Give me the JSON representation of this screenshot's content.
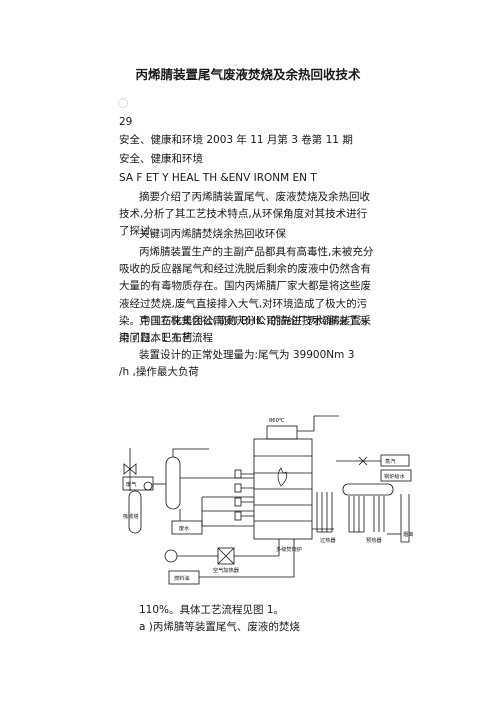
{
  "doc": {
    "title": "丙烯腈装置尾气废液焚烧及余热回收技术",
    "page_num": "29",
    "journal_line": "安全、健康和环境 2003 年 11 月第 3 卷第 11 期",
    "journal_name": "安全、健康和环境",
    "journal_en": "SA F ET Y HEAL TH &ENV IRONM EN T",
    "abstract": "摘要介绍了丙烯腈装置尾气、废液焚烧及余热回收技术,分析了其工艺技术特点,从环保角度对其技术进行了探讨。",
    "keywords": "关键词丙烯腈焚烧余热回收环保",
    "para1": "丙烯腈装置生产的主副产品都具有高毒性,未被充分吸收的反应器尾气和经过洗脱后剩余的废液中仍然含有大量的有毒物质存在。国内丙烯腈厂家大都是将这些废液经过焚烧,废气直接排入大气,对环境造成了极大的污染。中国石化集团公司安庆分公司腈纶厂丙烯腈装置采用了日本巴布柯",
    "para2": "克日立株式会社(简称 BHK )的先进技术,解决了污染问题。1 工艺流程",
    "para3": "装置设计的正常处理量为:尾气为 39900Nm 3",
    "para4": "/h ,操作最大负荷",
    "para5": "110%。具体工艺流程见图 1。",
    "para6": "a )丙烯腈等装置尾气、废液的焚烧"
  },
  "figure": {
    "temp": "860℃",
    "waste_gas": "废气",
    "absorber": "吸收塔",
    "waste_water": "废水",
    "steam": "蒸汽",
    "boiler_water": "锅炉给水",
    "superheater": "过热器",
    "preheater": "预热器",
    "chimney": "烟囱",
    "incinerator": "多级焚烧炉",
    "air_heater": "空气加热器",
    "fuel_oil": "燃料油"
  }
}
